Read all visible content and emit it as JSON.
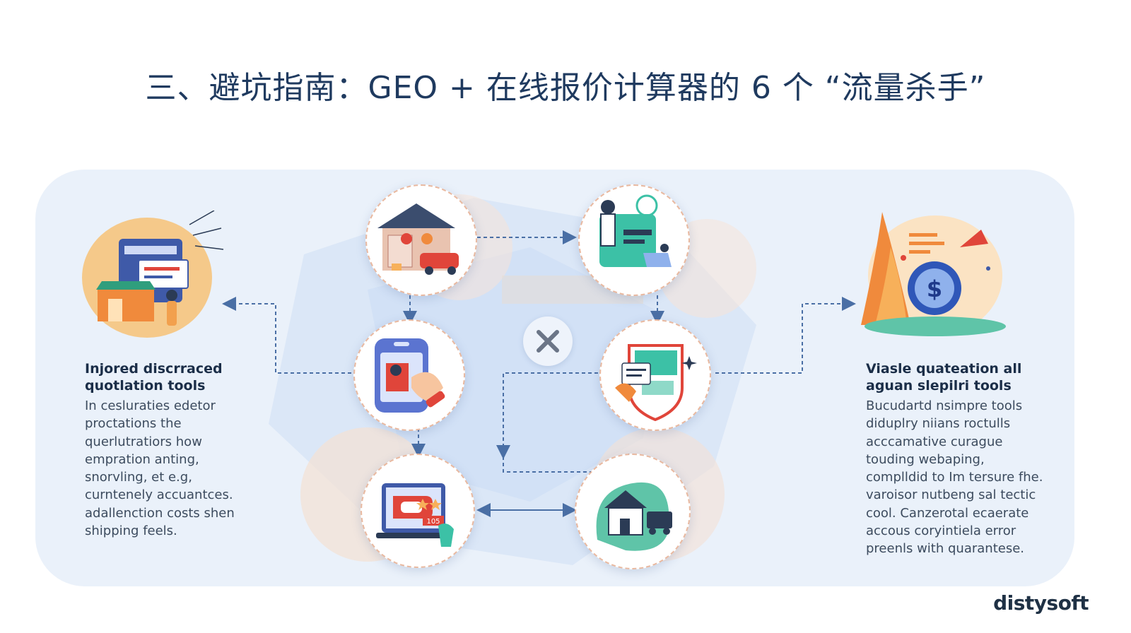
{
  "title": "三、避坑指南：GEO + 在线报价计算器的 6 个 “流量杀手”",
  "left_block": {
    "title": "Injored discrraced quotlation tools",
    "body_lines": [
      "In cesluraties edetor",
      "proctations the",
      "querlutratiors how",
      "empration anting,",
      "snorvling, et e.g,",
      "curntenely accuantces.",
      "adallenction costs shen",
      "shipping feels."
    ]
  },
  "right_block": {
    "title": "Viasle quateation all aguan slepilri tools",
    "body_lines": [
      "Bucudartd nsimpre tools",
      "diduplry niians roctulls",
      "acccamative curague",
      "touding webaping,",
      "complldid to Im tersure fhe.",
      "varoisor nutbeng sal tectic",
      "cool. Canzerotal ecaerate",
      "accous coryintiela error",
      "preenls with quarantese."
    ]
  },
  "icons": {
    "store": "store-icon",
    "warehouse": "warehouse-truck-icon",
    "support": "customer-support-icon",
    "phone": "mobile-phone-icon",
    "document": "document-shield-icon",
    "calculator": "laptop-rating-icon",
    "house": "house-delivery-icon",
    "money": "money-bag-icon",
    "center": "x-close-icon"
  },
  "node_label": "105",
  "brand": "distysoft",
  "colors": {
    "title": "#1f3a5f",
    "panel": "#eaf1fa",
    "connector": "#4a6fa5",
    "accent_orange": "#f08a3c",
    "accent_teal": "#3cc1a6",
    "accent_red": "#e0453a"
  }
}
